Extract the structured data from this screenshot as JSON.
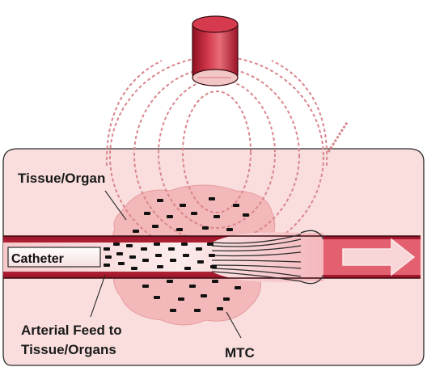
{
  "labels": {
    "tissue_organ": "Tissue/Organ",
    "catheter": "Catheter",
    "arterial_feed_line1": "Arterial Feed to",
    "arterial_feed_line2": "Tissue/Organs",
    "mtc": "MTC"
  },
  "colors": {
    "magnet_body": "#c8283c",
    "magnet_top": "#f3c6c6",
    "tissue_bg": "#f9dedd",
    "organ_region": "#f3b8b9",
    "vessel_dark": "#b0182c",
    "vessel_light": "#fbe3e3",
    "field_lines": "#d9868d",
    "particles": "#111111",
    "arrow": "#f8d6d8"
  },
  "icons": {
    "magnet": "magnet-icon",
    "flow_arrow": "flow-arrow-icon"
  }
}
